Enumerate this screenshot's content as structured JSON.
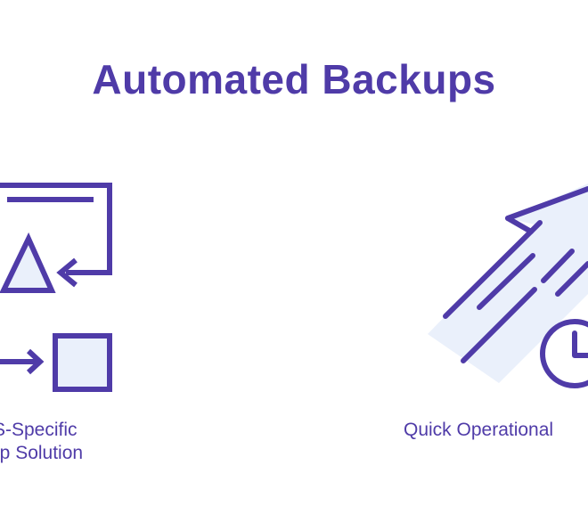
{
  "page": {
    "title": "Automated Backups"
  },
  "features": [
    {
      "icon": "backup-cycle-icon",
      "caption_lines": [
        "S-Specific",
        "up Solution"
      ]
    },
    {
      "icon": "fast-clock-arrow-icon",
      "caption_lines": [
        "Quick Operational"
      ]
    }
  ],
  "colors": {
    "primary": "#4f3ba8",
    "fill_light": "#eaf0fb",
    "background": "#ffffff"
  }
}
